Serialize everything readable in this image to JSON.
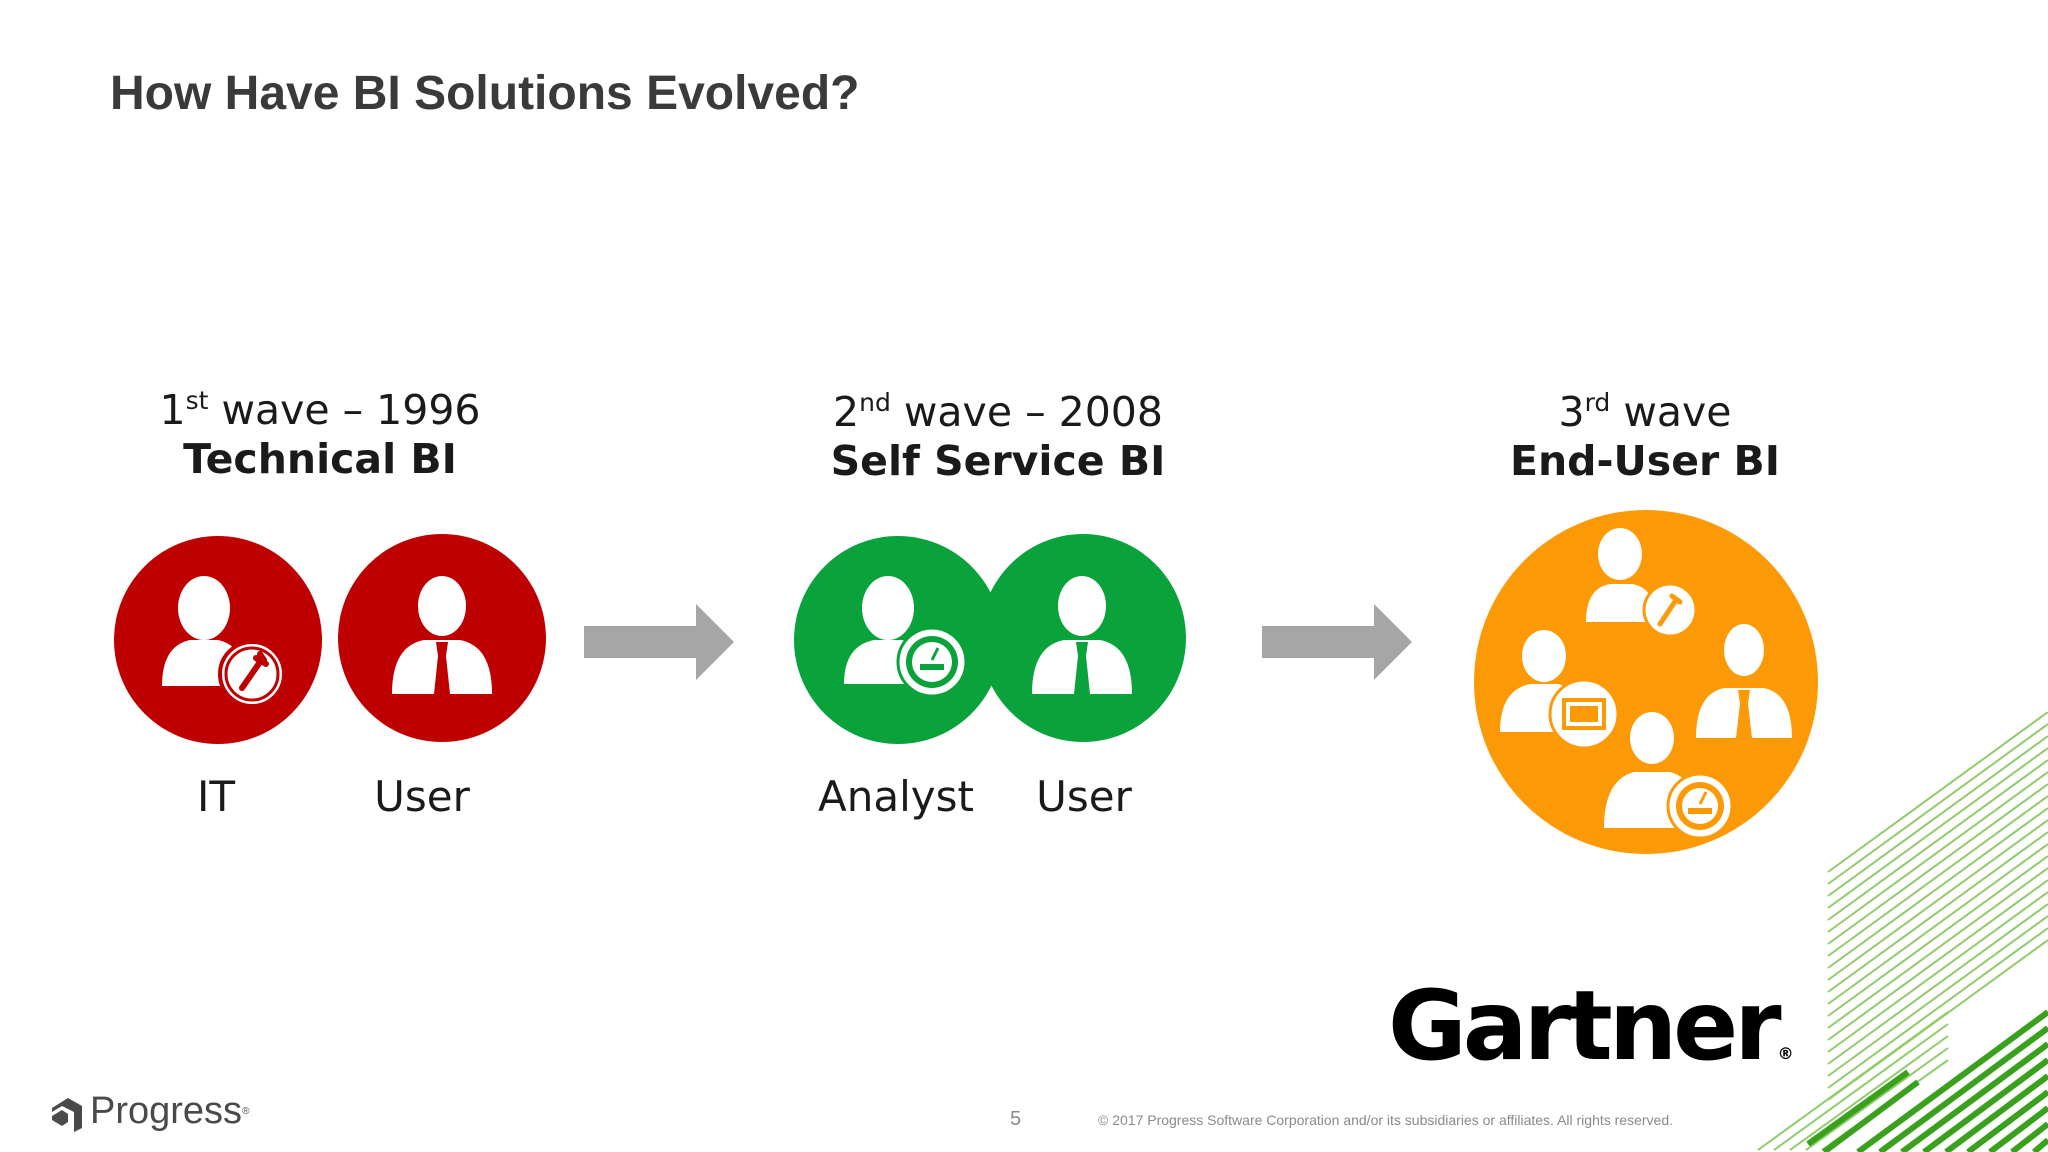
{
  "slide": {
    "title": "How Have BI Solutions Evolved?",
    "page_number": "5",
    "copyright": "© 2017 Progress Software Corporation and/or its subsidiaries or affiliates. All rights reserved."
  },
  "waves": [
    {
      "ordinal_num": "1",
      "ordinal_suffix": "st",
      "label": " wave – 1996",
      "name": "Technical BI",
      "roles": [
        "IT",
        "User"
      ],
      "color": "#bf0000"
    },
    {
      "ordinal_num": "2",
      "ordinal_suffix": "nd",
      "label": " wave – 2008",
      "name": "Self Service BI",
      "roles": [
        "Analyst",
        "User"
      ],
      "color": "#0aa23a"
    },
    {
      "ordinal_num": "3",
      "ordinal_suffix": "rd",
      "label": " wave",
      "name": "End-User BI",
      "roles": [],
      "color": "#fb9a06"
    }
  ],
  "logos": {
    "gartner": "Gartner",
    "gartner_mark": "®",
    "progress": "Progress",
    "progress_mark": "®"
  },
  "colors": {
    "arrow": "#a6a6a6",
    "stripes": "#4caf2a"
  }
}
